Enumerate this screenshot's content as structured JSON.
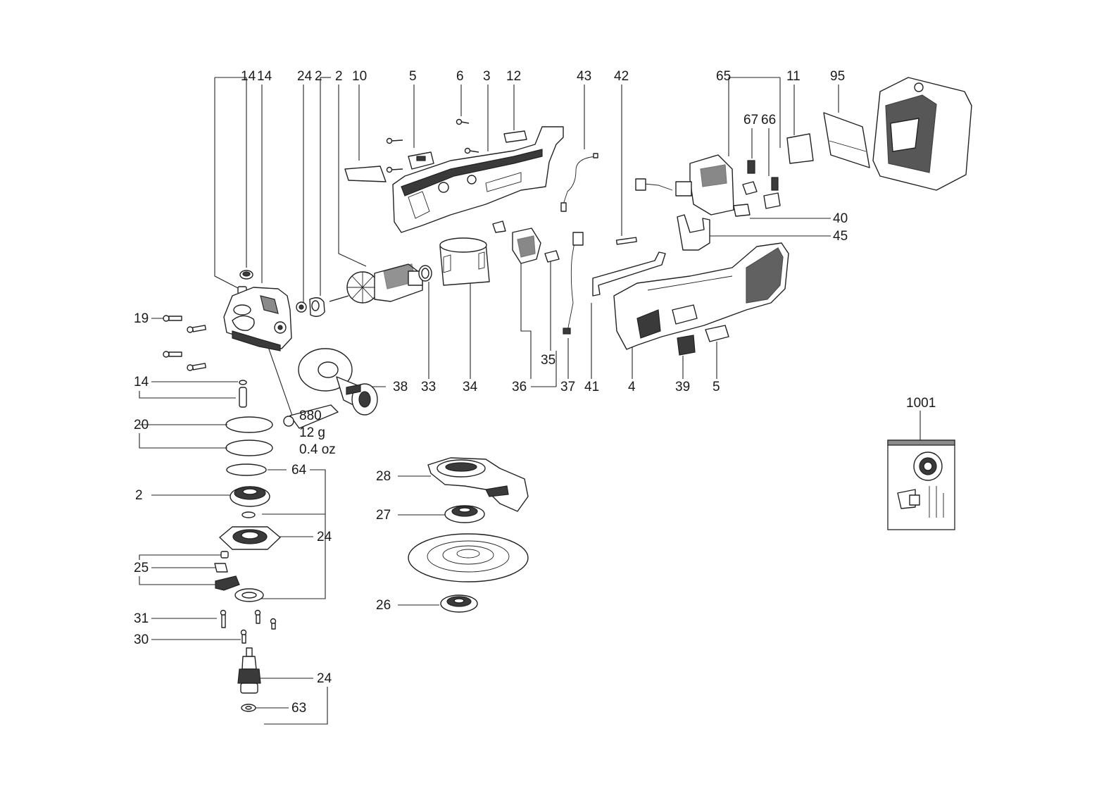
{
  "diagram": {
    "labels": {
      "l14a": "14",
      "l14b": "14",
      "l24a": "24",
      "l2a": "2",
      "l2b": "2",
      "l10": "10",
      "l5a": "5",
      "l6": "6",
      "l3": "3",
      "l12": "12",
      "l43": "43",
      "l42": "42",
      "l65": "65",
      "l11": "11",
      "l95": "95",
      "l67": "67",
      "l66": "66",
      "l40": "40",
      "l45": "45",
      "l19": "19",
      "l14c": "14",
      "l38": "38",
      "l33": "33",
      "l34": "34",
      "l35": "35",
      "l36": "36",
      "l37": "37",
      "l41": "41",
      "l4": "4",
      "l39": "39",
      "l5b": "5",
      "l1001": "1001",
      "l880": "880",
      "l12g": "12 g",
      "l04oz": "0.4 oz",
      "l20": "20",
      "l64": "64",
      "l2c": "2",
      "l24b": "24",
      "l25": "25",
      "l31": "31",
      "l30": "30",
      "l24c": "24",
      "l63": "63",
      "l28": "28",
      "l27": "27",
      "l26": "26"
    }
  }
}
